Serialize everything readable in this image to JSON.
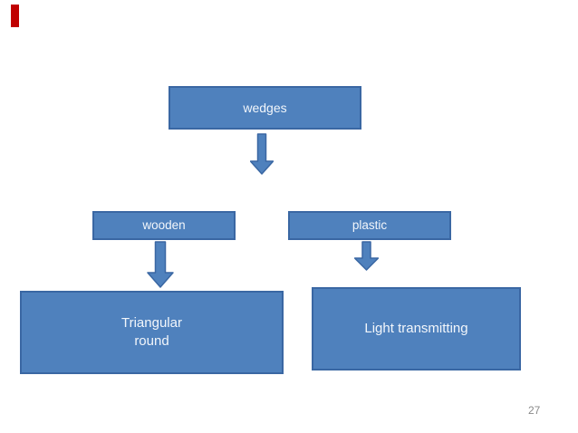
{
  "slide": {
    "page_number": "27",
    "background_color": "#ffffff",
    "marker_color": "#c00000"
  },
  "colors": {
    "box_fill": "#4f81bd",
    "box_border": "#3a67a3",
    "box_text": "#f2f6fb",
    "page_number_text": "#8a8a8a"
  },
  "diagram": {
    "type": "flowchart",
    "nodes": {
      "root": "wedges",
      "left_branch": "wooden",
      "right_branch": "plastic",
      "left_leaf_line1": "Triangular",
      "left_leaf_line2": "round",
      "right_leaf": "Light transmitting"
    },
    "connectors": [
      {
        "from": "wedges",
        "to": "wooden / plastic",
        "shape": "down-block-arrow"
      },
      {
        "from": "wooden",
        "to": "Triangular round",
        "shape": "down-block-arrow"
      },
      {
        "from": "plastic",
        "to": "Light transmitting",
        "shape": "down-block-arrow"
      }
    ]
  }
}
